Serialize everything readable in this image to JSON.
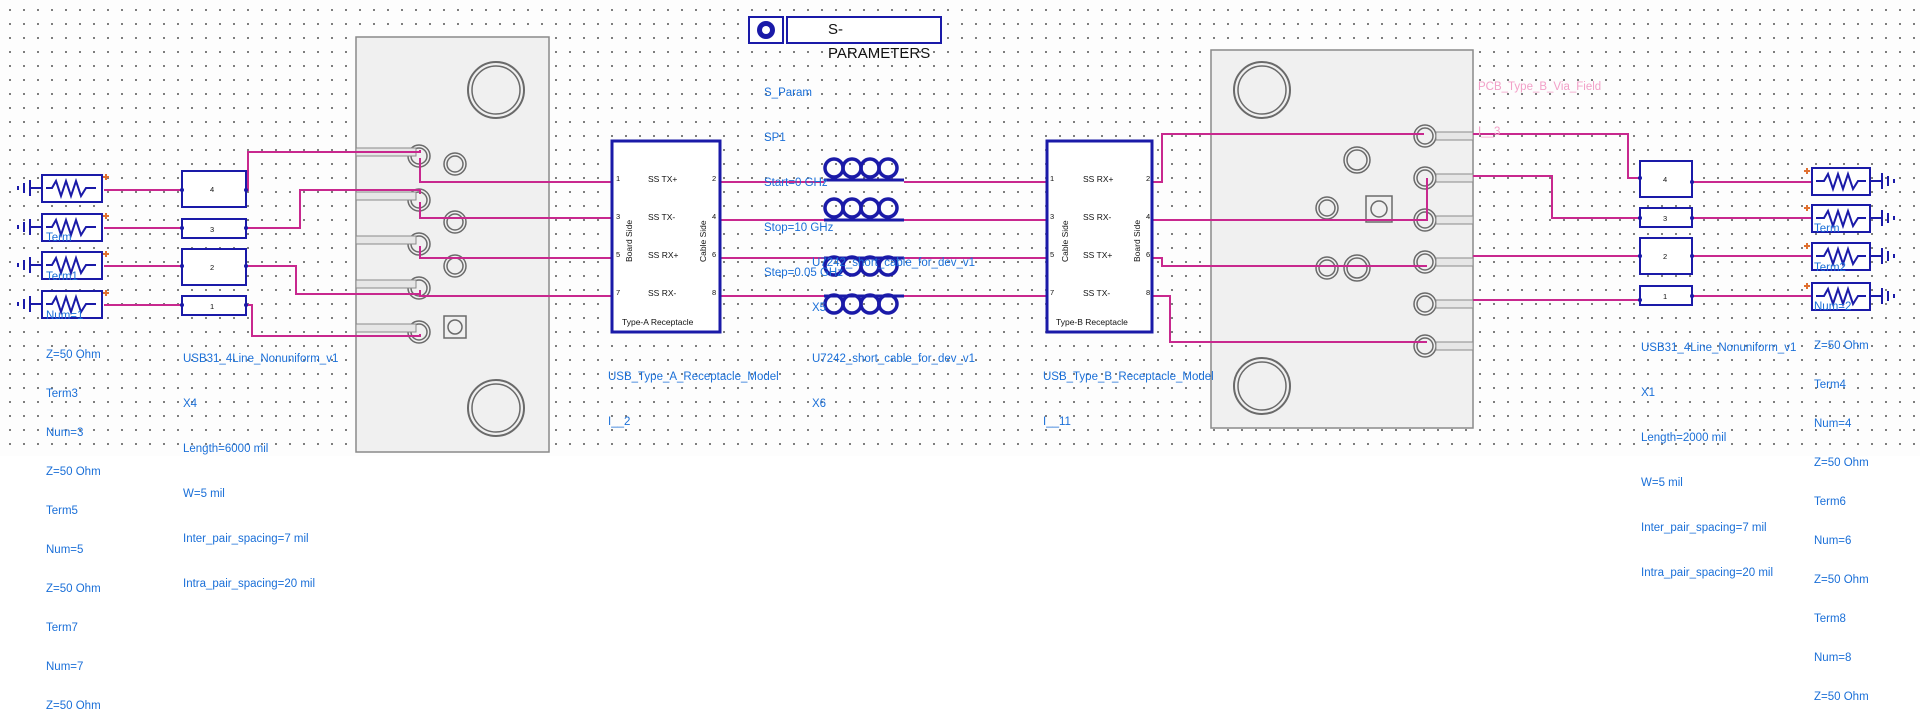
{
  "sparam": {
    "title": "S-PARAMETERS",
    "lines": [
      "S_Param",
      "SP1",
      "Start=0 GHz",
      "Stop=10 GHz",
      "Step=0.05 GHz"
    ]
  },
  "terminals_left": {
    "lines": [
      "Term",
      "Term1",
      "Num=1",
      "Z=50 Ohm",
      "Term3",
      "Num=3",
      "Z=50 Ohm",
      "Term5",
      "Num=5",
      "Z=50 Ohm",
      "Term7",
      "Num=7",
      "Z=50 Ohm"
    ]
  },
  "terminals_right": {
    "lines": [
      "Term",
      "Term2",
      "Num=2",
      "Z=50 Ohm",
      "Term4",
      "Num=4",
      "Z=50 Ohm",
      "Term6",
      "Num=6",
      "Z=50 Ohm",
      "Term8",
      "Num=8",
      "Z=50 Ohm"
    ]
  },
  "line_left": {
    "pins": [
      "4",
      "3",
      "2",
      "1"
    ],
    "lines": [
      "USB31_4Line_Nonuniform_v1",
      "X4",
      "Length=6000 mil",
      "W=5 mil",
      "Inter_pair_spacing=7 mil",
      "Intra_pair_spacing=20 mil"
    ]
  },
  "line_right": {
    "pins": [
      "4",
      "3",
      "2",
      "1"
    ],
    "lines": [
      "USB31_4Line_Nonuniform_v1",
      "X1",
      "Length=2000 mil",
      "W=5 mil",
      "Inter_pair_spacing=7 mil",
      "Intra_pair_spacing=20 mil"
    ]
  },
  "receptacle_a": {
    "side_left": "Board Side",
    "side_right": "Cable Side",
    "signals": [
      "SS TX+",
      "SS TX-",
      "SS RX+",
      "SS RX-"
    ],
    "pins_left": [
      "1",
      "3",
      "5",
      "7"
    ],
    "pins_right": [
      "2",
      "4",
      "6",
      "8"
    ],
    "caption": "Type-A Receptacle",
    "lines": [
      "USB_Type_A_Receptacle_Model",
      "I__2"
    ]
  },
  "receptacle_b": {
    "side_left": "Cable Side",
    "side_right": "Board Side",
    "signals": [
      "SS RX+",
      "SS RX-",
      "SS TX+",
      "SS TX-"
    ],
    "pins_left": [
      "1",
      "3",
      "5",
      "7"
    ],
    "pins_right": [
      "2",
      "4",
      "6",
      "8"
    ],
    "caption": "Type-B Receptacle",
    "lines": [
      "USB_Type_B_Receptacle_Model",
      "I__11"
    ]
  },
  "cable": {
    "lines_top": [
      "U7242_short_cable_for_dev_v1",
      "X5"
    ],
    "lines_bottom": [
      "U7242_short_cable_for_dev_v1",
      "X6"
    ]
  },
  "via_field": {
    "lines": [
      "PCB_Type_B_Via_Field",
      "I__3"
    ]
  },
  "colors": {
    "wire": "#c8288e",
    "component": "#1a1aa8",
    "label": "#1a6fd8",
    "pink_label": "#f2a0c8",
    "footprint": "#8a8a8a"
  }
}
